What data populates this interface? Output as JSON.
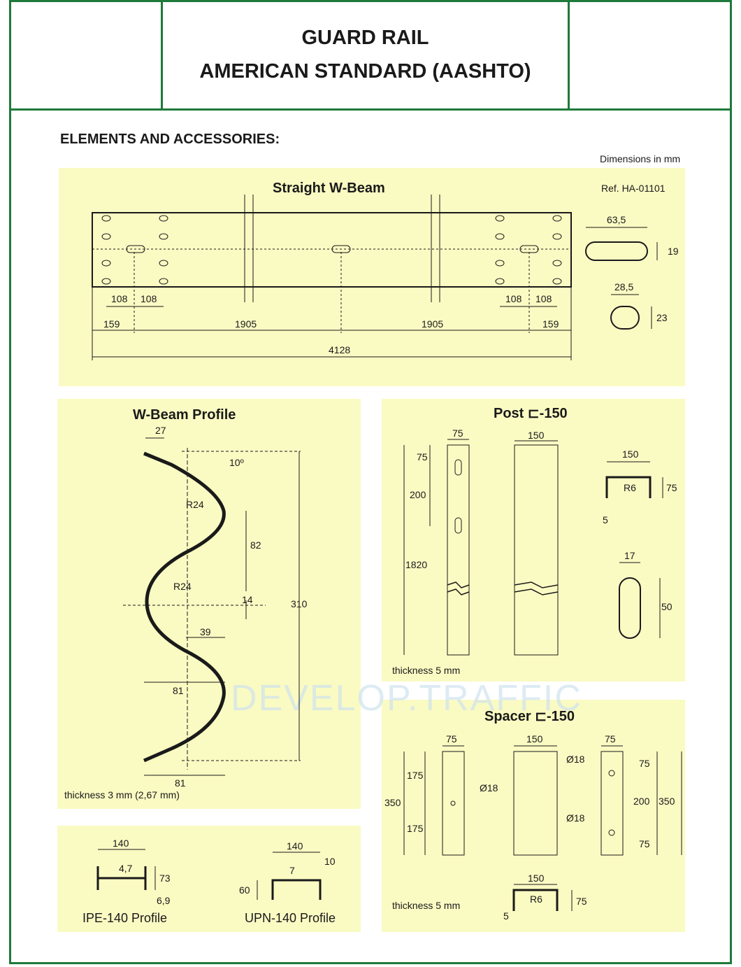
{
  "header": {
    "title_line1": "GUARD RAIL",
    "title_line2": "AMERICAN STANDARD (AASHTO)"
  },
  "section_title": "ELEMENTS AND ACCESSORIES:",
  "units_note": "Dimensions in mm",
  "watermark": "DEVELOP.TRAFFIC",
  "colors": {
    "border": "#1e7a3a",
    "panel": "#fafac3"
  },
  "straight_beam": {
    "title": "Straight W-Beam",
    "ref": "Ref. HA-01101",
    "dims": {
      "d108": "108",
      "d159": "159",
      "d1905": "1905",
      "d4128": "4128",
      "slot_len": "63,5",
      "slot_h": "19",
      "hole_w": "28,5",
      "hole_h": "23"
    }
  },
  "wbeam_profile": {
    "title": "W-Beam Profile",
    "thickness": "thickness 3 mm (2,67 mm)",
    "dims": {
      "d27": "27",
      "angle": "10º",
      "r24": "R24",
      "d82": "82",
      "d14": "14",
      "d310": "310",
      "d39": "39",
      "d81": "81"
    }
  },
  "post": {
    "title": "Post ⊏-150",
    "thickness": "thickness 5 mm",
    "dims": {
      "d75": "75",
      "d150": "150",
      "d200": "200",
      "d1820": "1820",
      "r6": "R6",
      "d5": "5",
      "d17": "17",
      "d50": "50"
    }
  },
  "spacer": {
    "title": "Spacer ⊏-150",
    "thickness": "thickness 5 mm",
    "dims": {
      "d75": "75",
      "d150": "150",
      "d175": "175",
      "d350": "350",
      "d200": "200",
      "phi18": "Ø18",
      "r6": "R6",
      "d5": "5"
    }
  },
  "profiles": {
    "ipe_label": "IPE-140 Profile",
    "upn_label": "UPN-140 Profile",
    "dims": {
      "d140": "140",
      "d47": "4,7",
      "d73": "73",
      "d69": "6,9",
      "d7": "7",
      "d10": "10",
      "d60": "60"
    }
  }
}
